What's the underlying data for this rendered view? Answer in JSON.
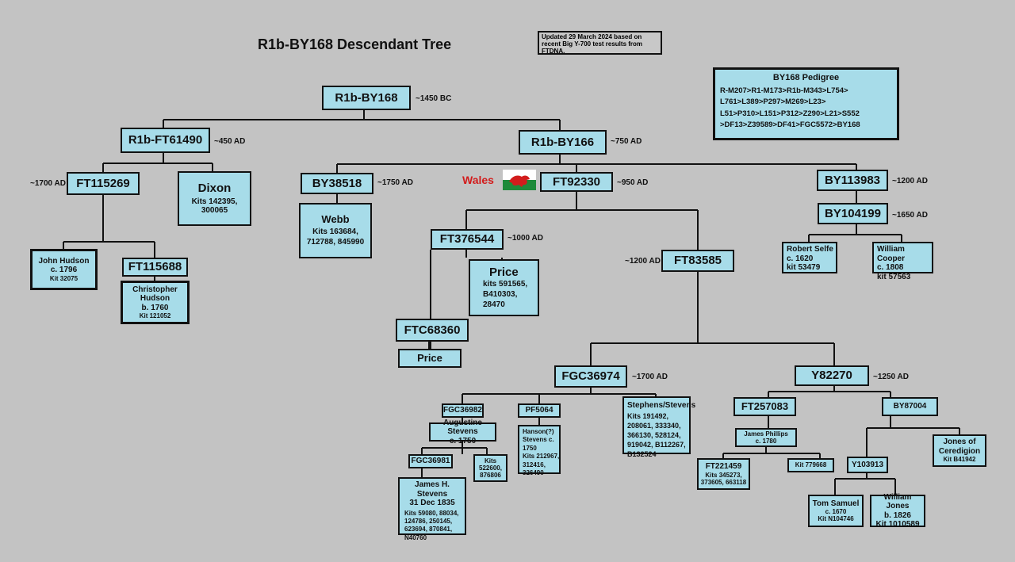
{
  "header": {
    "title": "R1b-BY168 Descendant Tree",
    "update_note": "Updated 29 March 2024 based on recent Big Y-700 test results from FTDNA."
  },
  "pedigree": {
    "title": "BY168 Pedigree",
    "lines": [
      "R-M207>R1-M173>R1b-M343>L754>",
      "L761>L389>P297>M269>L23>",
      "L51>P310>L151>P312>Z290>L21>S552",
      ">DF13>Z39589>DF41>FGC5572>BY168"
    ]
  },
  "wales_label": "Wales",
  "nodes": {
    "by168": "R1b-BY168",
    "ft61490": "R1b-FT61490",
    "by166": "R1b-BY166",
    "ft115269": "FT115269",
    "dixon": "Dixon",
    "dixon_kits": "Kits 142395, 300065",
    "john_hudson_name": "John Hudson",
    "john_hudson_date": "c. 1796",
    "john_hudson_kit": "Kit 32075",
    "ft115688": "FT115688",
    "chris_hudson_name": "Christopher Hudson",
    "chris_hudson_date": "b. 1760",
    "chris_hudson_kit": "Kit 121052",
    "by38518": "BY38518",
    "webb": "Webb",
    "webb_kits": "Kits 163684, 712788, 845990",
    "ft92330": "FT92330",
    "ft376544": "FT376544",
    "price": "Price",
    "price_kits": "kits 591565, B410303, 28470",
    "ftc68360": "FTC68360",
    "price2": "Price",
    "ft83585": "FT83585",
    "by113983": "BY113983",
    "by104199": "BY104199",
    "robert_selfe_name": "Robert Selfe",
    "robert_selfe_date": "c. 1620",
    "robert_selfe_kit": "kit 53479",
    "william_cooper_name": "William Cooper",
    "william_cooper_date": "c. 1808",
    "william_cooper_kit": "kit 57563",
    "fgc36974": "FGC36974",
    "y82270": "Y82270",
    "fgc36982": "FGC36982",
    "augustine_name": "Augustine Stevens",
    "augustine_date": "c. 1750",
    "fgc36981": "FGC36981",
    "kits_522600": "Kits 522600, 876806",
    "james_h_name": "James H. Stevens",
    "james_h_date": "31 Dec 1835",
    "james_h_kits": "Kits 59080, 88034, 124786, 250145, 623694, 870841, N40760",
    "pf5064": "PF5064",
    "hanson_text": "Hanson(?) Stevens c. 1750",
    "hanson_kits": "Kits 212967, 312416, 326490",
    "stephens_name": "Stephens/Stevens",
    "stephens_kits": "Kits 191492, 208061, 333340, 366130, 528124, 919042, B112267, B132524",
    "ft257083": "FT257083",
    "james_phillips_name": "James Phillips",
    "james_phillips_date": "c. 1780",
    "ft221459": "FT221459",
    "ft221459_kits": "Kits 345273, 373605, 663118",
    "kit_779668": "Kit 779668",
    "by87004": "BY87004",
    "jones_name": "Jones of Ceredigion",
    "jones_kit": "Kit B41942",
    "y103913": "Y103913",
    "tom_samuel_name": "Tom Samuel",
    "tom_samuel_date": "c. 1670",
    "tom_samuel_kit": "Kit N104746",
    "william_jones_name": "William Jones",
    "william_jones_date": "b. 1826",
    "william_jones_kit": "Kit 1010589"
  },
  "dates": {
    "by168": "~1450 BC",
    "ft61490": "~450 AD",
    "by166": "~750 AD",
    "ft115269": "~1700 AD",
    "by38518": "~1750 AD",
    "ft92330": "~950 AD",
    "by113983": "~1200 AD",
    "by104199": "~1650 AD",
    "ft376544": "~1000 AD",
    "ft83585": "~1200 AD",
    "fgc36974": "~1700 AD",
    "y82270": "~1250 AD"
  },
  "colors": {
    "box_fill": "#a7dce9",
    "background": "#c3c3c3",
    "wales_text": "#d21c1c"
  }
}
